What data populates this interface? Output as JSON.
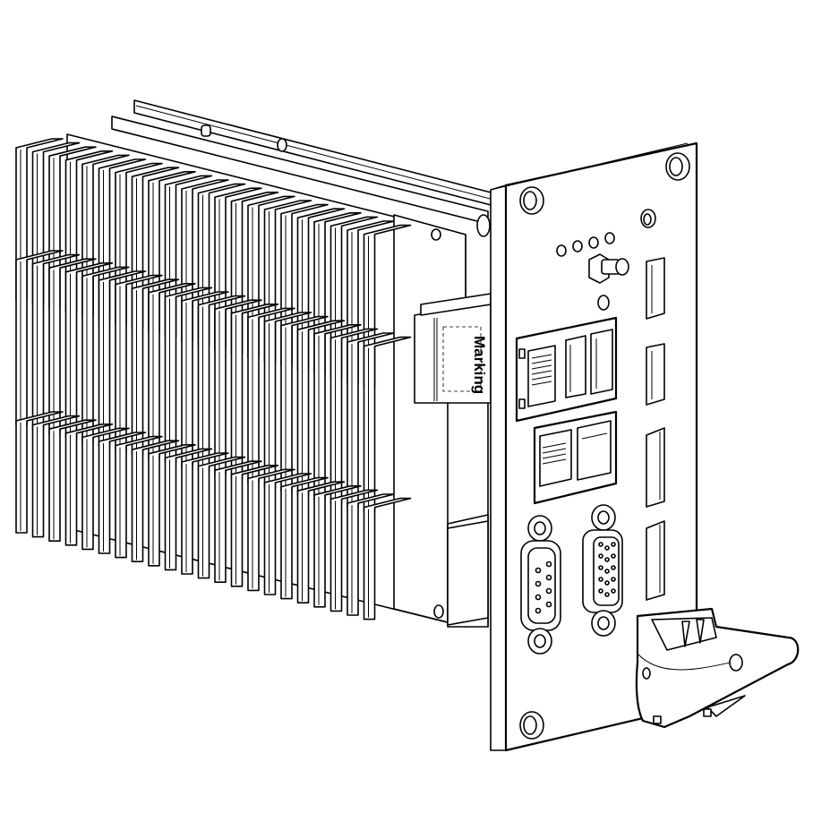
{
  "figure": {
    "subject": "CompactPCI single board computer with heatsink and front panel",
    "colors": {
      "background": "#ffffff",
      "line": "#000000"
    }
  },
  "label": {
    "marking_text": "Marking"
  },
  "front_panel": {
    "leds": 4,
    "connectors": [
      "sma-antenna-connector",
      "rj45-port-with-leds",
      "dual-usb-ports",
      "dual-rj45-ports",
      "db9-serial-connector",
      "vga-db15-connector",
      "displayport-1",
      "displayport-2",
      "hdmi-port-1",
      "hdmi-port-2"
    ],
    "mounting_screws": 4,
    "ejector_handle": true
  },
  "heatsink": {
    "fin_rows": 3,
    "fins_per_row": 22
  }
}
